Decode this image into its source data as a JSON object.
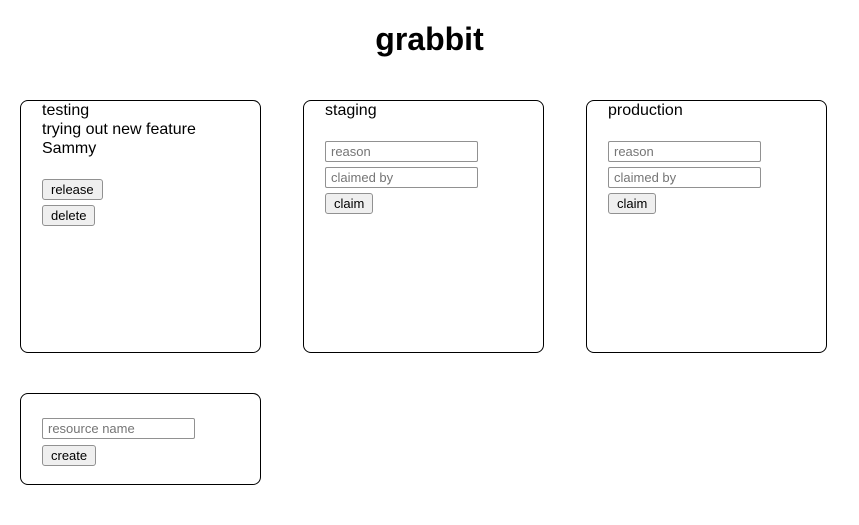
{
  "app": {
    "title": "grabbit"
  },
  "resources": [
    {
      "name": "testing",
      "state": "claimed",
      "reason": "trying out new feature",
      "claimed_by": "Sammy",
      "release_label": "release",
      "delete_label": "delete"
    },
    {
      "name": "staging",
      "state": "available",
      "reason_placeholder": "reason",
      "claimed_by_placeholder": "claimed by",
      "claim_label": "claim"
    },
    {
      "name": "production",
      "state": "available",
      "reason_placeholder": "reason",
      "claimed_by_placeholder": "claimed by",
      "claim_label": "claim"
    }
  ],
  "create_form": {
    "name_placeholder": "resource name",
    "create_label": "create"
  },
  "colors": {
    "page_background": "#ffffff",
    "card_border": "#000000",
    "text": "#000000",
    "input_border": "#919191",
    "input_placeholder": "#757575",
    "button_background": "#efefef",
    "button_border": "#919191"
  }
}
